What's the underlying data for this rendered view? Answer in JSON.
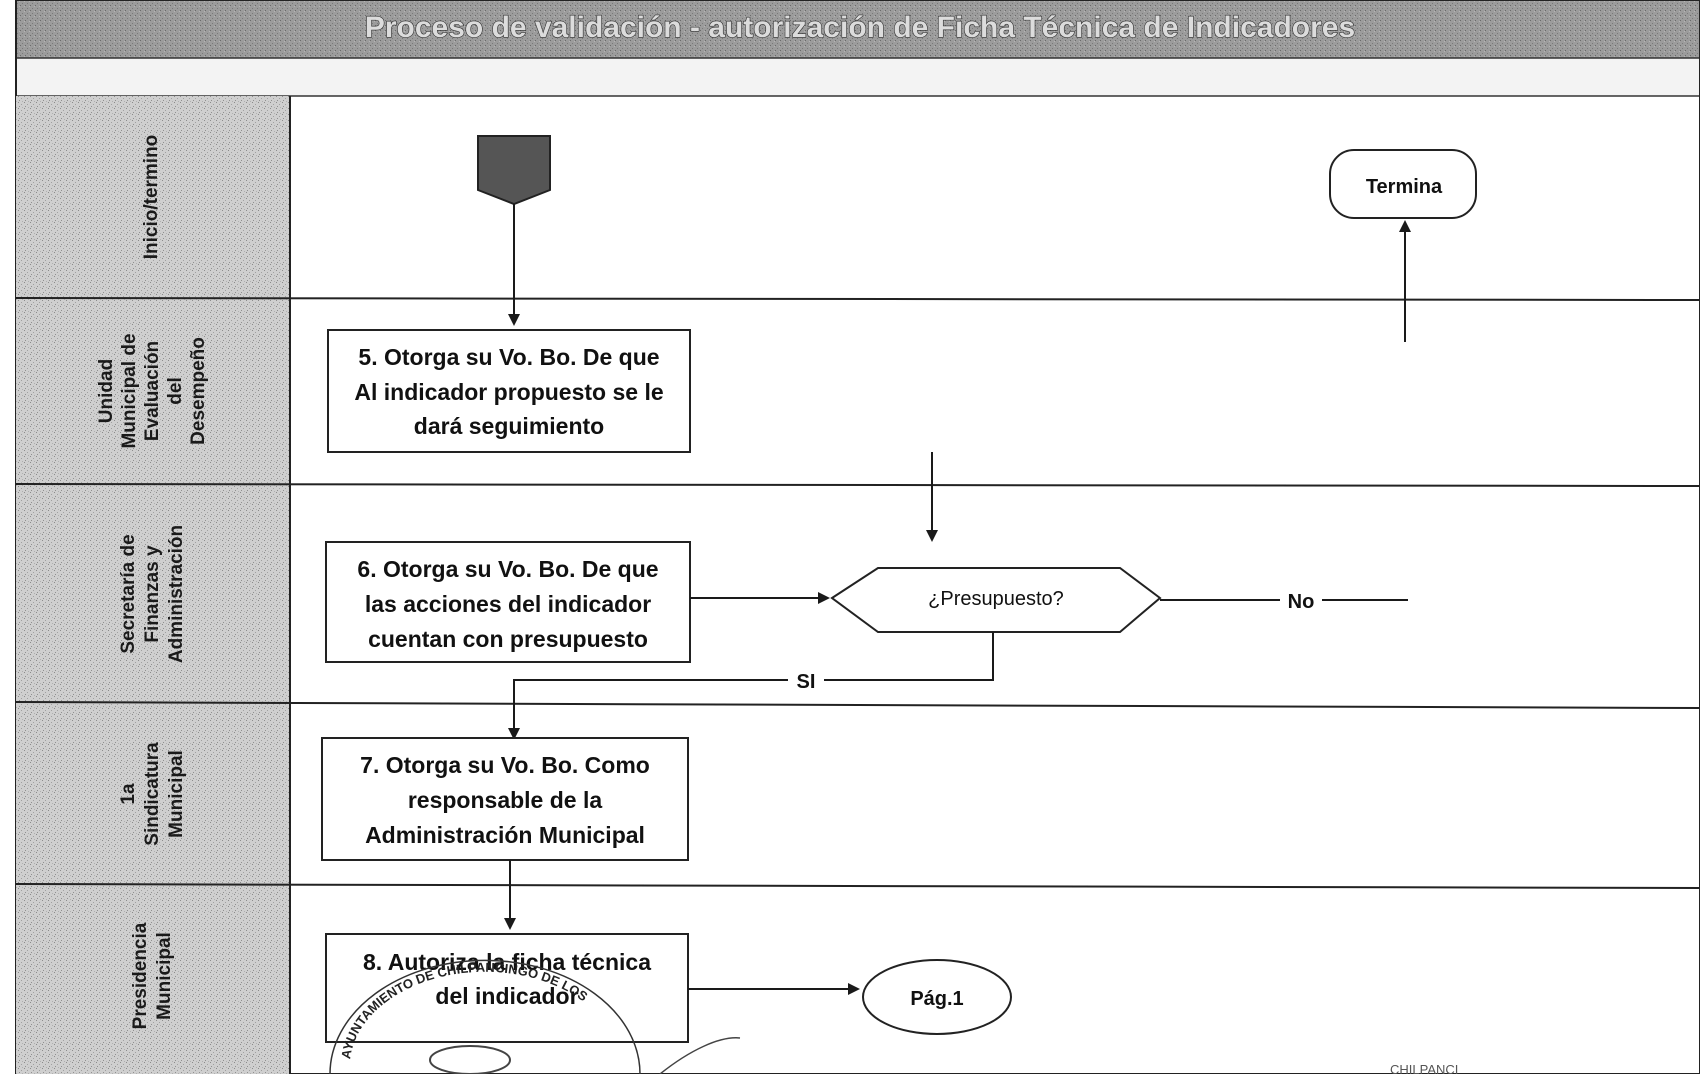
{
  "title": "Proceso de validación - autorización de Ficha Técnica de Indicadores",
  "lanes": [
    {
      "label_lines": [
        "Inicio/termino"
      ]
    },
    {
      "label_lines": [
        "Unidad",
        "Municipal de",
        "Evaluación",
        "del",
        "Desempeño"
      ]
    },
    {
      "label_lines": [
        "Secretaría de",
        "Finanzas y",
        "Administración"
      ]
    },
    {
      "label_lines": [
        "1a",
        "Sindicatura",
        "Municipal"
      ]
    },
    {
      "label_lines": [
        "Presidencia",
        "Municipal"
      ]
    }
  ],
  "nodes": {
    "terminator_end": "Termina",
    "step5": [
      "5. Otorga su Vo. Bo. De que",
      "Al indicador propuesto se le",
      "dará seguimiento"
    ],
    "step6": [
      "6. Otorga su Vo. Bo. De que",
      "las acciones del indicador",
      "cuentan con presupuesto"
    ],
    "decision": "¿Presupuesto?",
    "step7": [
      "7. Otorga su Vo. Bo. Como",
      "responsable de la",
      "Administración Municipal"
    ],
    "step8": [
      "8. Autoriza la ficha técnica",
      "del indicador"
    ],
    "connector": "Pág.1"
  },
  "edge_labels": {
    "no": "No",
    "si": "SI"
  },
  "seal_text": "AYUNTAMIENTO DE CHILPANCINGO DE LOS",
  "corner_text": "CHILPANCI",
  "colors": {
    "title_band": "#9a9a9a",
    "lane_header": "#c9c9c9",
    "line": "#1a1a1a",
    "start_shape": "#555555"
  }
}
